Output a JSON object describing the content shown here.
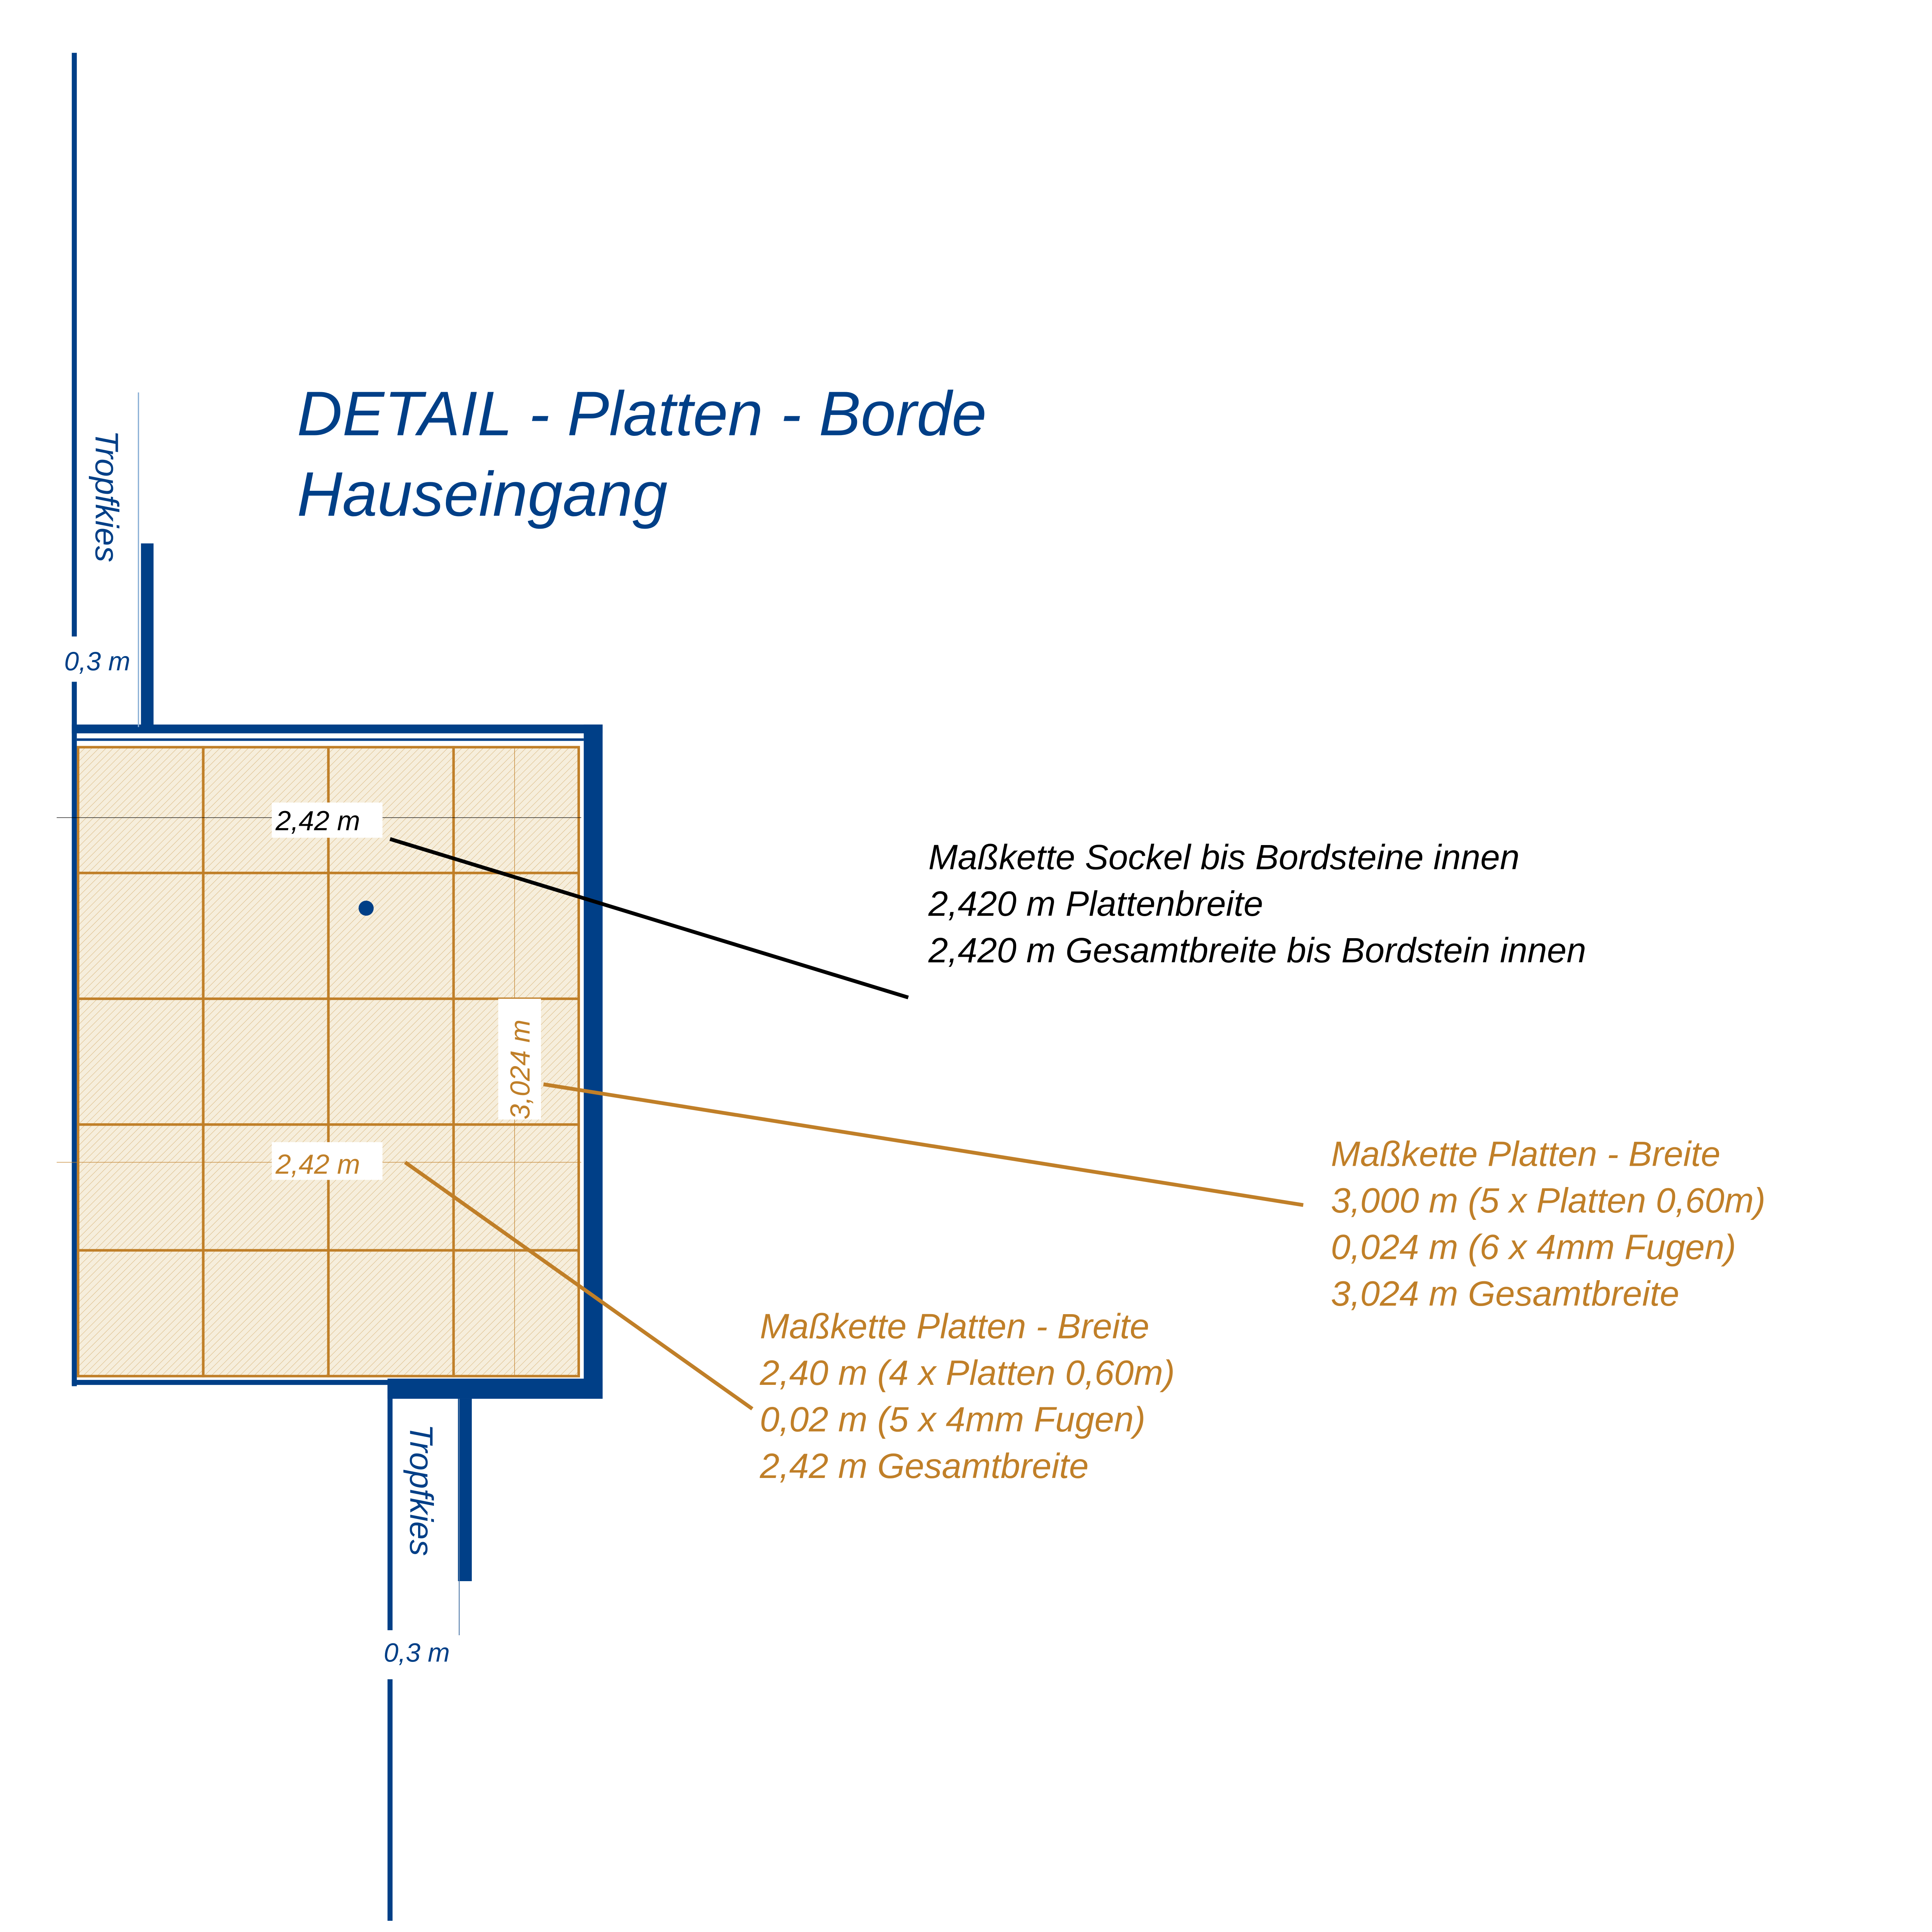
{
  "title": {
    "line1": "DETAIL - Platten - Borde",
    "line2": "Hauseingang"
  },
  "colors": {
    "blue": "#003F87",
    "orange": "#C07F28",
    "black": "#000000",
    "tile_fill": "#F6EEDC"
  },
  "labels": {
    "tropfkies_top": "Tropfkies",
    "tropfkies_bottom": "Tropfkies",
    "width_top": "0,3 m",
    "width_bottom": "0,3 m",
    "dim_black": "2,42 m",
    "dim_orange_h": "2,42 m",
    "dim_orange_v": "3,024 m"
  },
  "notes": {
    "sockel": [
      "Maßkette Sockel bis Bordsteine innen",
      "2,420 m Plattenbreite",
      "2,420 m Gesamtbreite bis Bordstein innen"
    ],
    "platten_3024": [
      "Maßkette Platten - Breite",
      "3,000 m (5 x Platten 0,60m)",
      "0,024 m (6 x 4mm Fugen)",
      "3,024 m Gesamtbreite"
    ],
    "platten_242": [
      "Maßkette Platten - Breite",
      "2,40 m (4 x Platten 0,60m)",
      "0,02 m (5 x 4mm Fugen)",
      "2,42 m Gesamtbreite"
    ]
  },
  "grid": {
    "columns": 4,
    "rows": 5
  }
}
